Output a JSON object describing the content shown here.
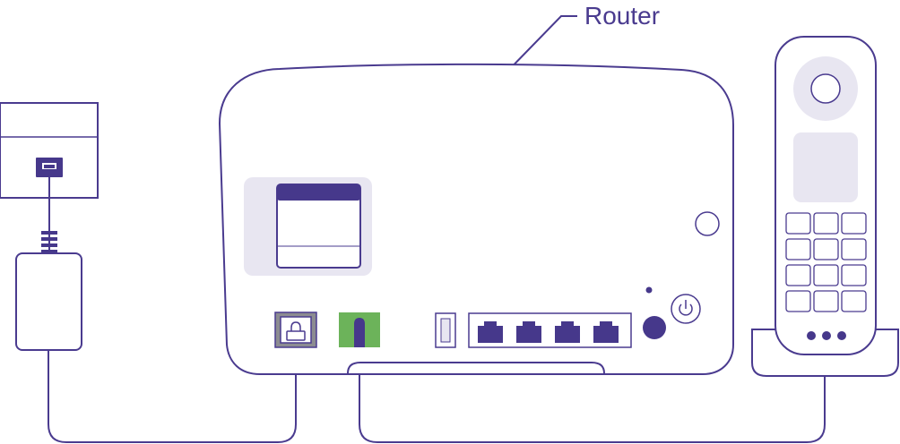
{
  "router_label": "Router",
  "colors": {
    "outline": "#4a3b8f",
    "dark": "#46388b",
    "light_fill": "#e8e6f1",
    "port_grey": "#8c8c91",
    "port_green": "#6cb35a",
    "background": "#ffffff"
  },
  "ports": {
    "ethernet_count": 4
  },
  "handset": {
    "keypad_rows": 4,
    "keypad_cols": 3,
    "indicator_dots": 3
  }
}
